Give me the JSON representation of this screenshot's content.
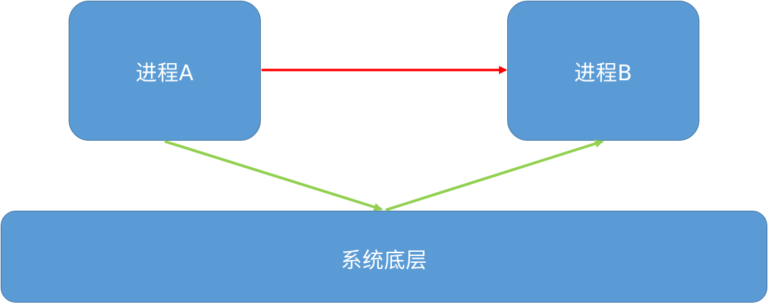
{
  "nodes": {
    "process_a": "进程A",
    "process_b": "进程B",
    "system": "系统底层"
  },
  "colors": {
    "box_fill": "#5b9bd5",
    "box_border": "#41719c",
    "text": "#ffffff",
    "direct_arrow": "#ff0000",
    "system_arrow": "#92d050"
  },
  "edges": [
    {
      "from": "process_a",
      "to": "process_b",
      "color": "red"
    },
    {
      "from": "process_a",
      "to": "system",
      "color": "green"
    },
    {
      "from": "system",
      "to": "process_b",
      "color": "green"
    }
  ]
}
